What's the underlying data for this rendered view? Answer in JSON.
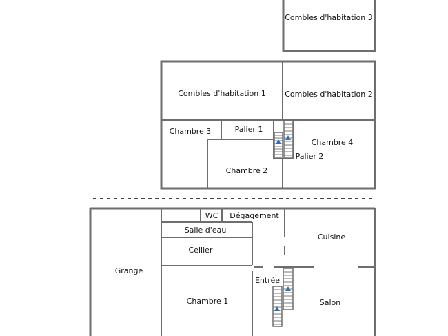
{
  "floors": {
    "attic": {
      "rooms": {
        "combles_3": "Combles d'habitation 3"
      }
    },
    "upper": {
      "rooms": {
        "combles_1": "Combles d'habitation 1",
        "combles_2": "Combles d'habitation 2",
        "chambre_3": "Chambre 3",
        "palier_1": "Palier 1",
        "chambre_4": "Chambre 4",
        "palier_2": "Palier 2",
        "chambre_2": "Chambre 2"
      }
    },
    "ground": {
      "rooms": {
        "wc": "WC",
        "degagement": "Dégagement",
        "salle_eau": "Salle d'eau",
        "cuisine": "Cuisine",
        "cellier": "Cellier",
        "grange": "Grange",
        "entree": "Entrée",
        "chambre_1": "Chambre 1",
        "salon": "Salon"
      }
    }
  },
  "colors": {
    "wall": "#6e6e6e",
    "separator": "#444444",
    "stair_arrow": "#2a6fb8",
    "text": "#111111"
  }
}
